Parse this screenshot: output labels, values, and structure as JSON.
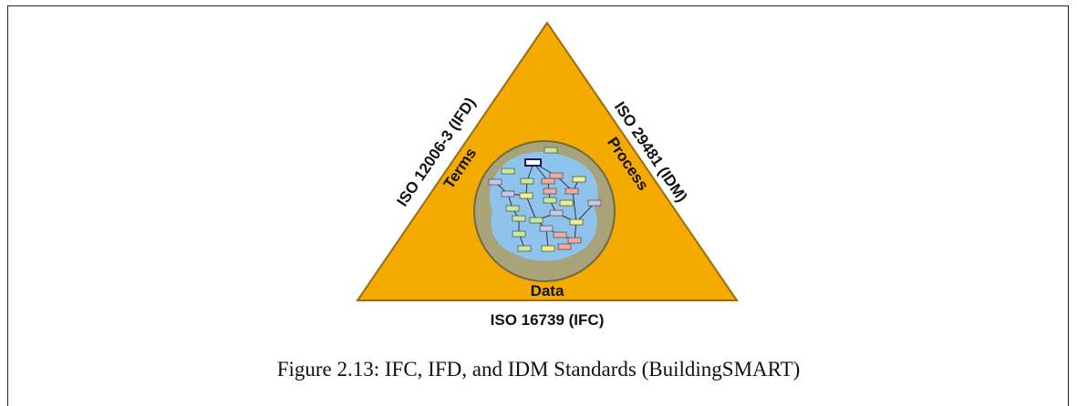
{
  "diagram": {
    "sides": {
      "left": {
        "standard": "ISO 12006-3 (IFD)",
        "concept": "Terms"
      },
      "right": {
        "standard": "ISO 29481 (IDM)",
        "concept": "Process"
      },
      "bottom": {
        "standard": "ISO 16739 (IFC)",
        "concept": "Data"
      }
    },
    "colors": {
      "triangle_fill": "#F5AA00",
      "triangle_stroke": "#9A6E10",
      "circle_fill": "#A8A378",
      "circle_stroke": "#6E6A48",
      "network_fill": "#8EC4EC",
      "node_green": "#C9E89A",
      "node_pink": "#F0A8A0",
      "node_lavender": "#C8C6EC",
      "node_yellow": "#F2EE8A"
    }
  },
  "caption": "Figure 2.13: IFC, IFD, and IDM Standards (BuildingSMART)"
}
